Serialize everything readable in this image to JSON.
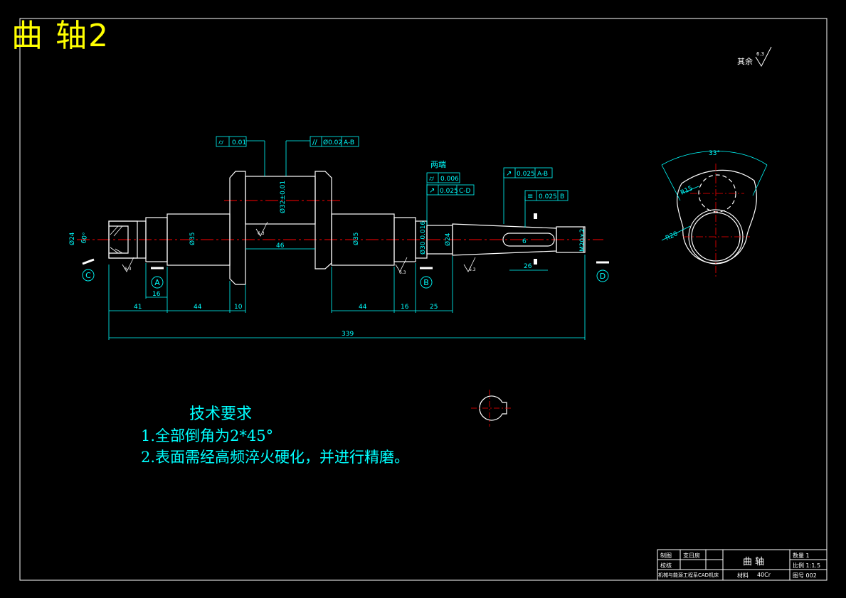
{
  "title": "曲 轴2",
  "colors": {
    "background": "#000000",
    "lines": "#ffffff",
    "dimensions": "#00ffff",
    "centerlines": "#ff0000",
    "title": "#ffff00"
  },
  "roughness_other": {
    "label": "其余",
    "value": "6.3"
  },
  "tolerances": {
    "t1": {
      "symbol": "cylindricity",
      "value": "0.01"
    },
    "t2": {
      "symbol": "parallelism",
      "value": "Ø0.02",
      "datum": "A-B"
    },
    "t3": {
      "symbol": "cylindricity",
      "value": "0.006"
    },
    "t4": {
      "symbol": "runout",
      "value": "0.025",
      "datum": "C-D"
    },
    "t5": {
      "symbol": "runout",
      "value": "0.025",
      "datum": "A-B"
    },
    "t6": {
      "symbol": "symmetry",
      "value": "0.025",
      "datum": "B"
    },
    "both_ends_note": "两端"
  },
  "dimensions": {
    "d_left_dia": "Ø24",
    "d_angle": "60°",
    "d_journal_a": "Ø35",
    "d_crankpin": "Ø32±0.01",
    "d_journal_b": "Ø35",
    "d_bearing": "Ø30 0.016",
    "d_taper": "Ø24",
    "d_thread": "M20×2",
    "d_key_depth": "6",
    "d_key_len": "26",
    "d_pin_width": "46",
    "h_41": "41",
    "h_16a": "16",
    "h_44a": "44",
    "h_10": "10",
    "h_44b": "44",
    "h_16b": "16",
    "h_25": "25",
    "h_339": "339",
    "web_angle": "33°",
    "web_r15": "R15",
    "web_r20": "R20"
  },
  "roughness": [
    "6.3",
    "6.3",
    "6.3",
    "6.3"
  ],
  "datums": {
    "a": "A",
    "b": "B",
    "c": "C",
    "d": "D"
  },
  "tech_requirements": {
    "heading": "技术要求",
    "items": [
      "1.全部倒角为2*45°",
      "2.表面需经高频淬火硬化，并进行精磨。"
    ]
  },
  "title_block": {
    "draw_label": "制图",
    "check_label": "校核",
    "drafter": "支日房",
    "part_name": "曲 轴",
    "quantity": "数量 1",
    "scale": "比例 1:1.5",
    "material_label": "材料",
    "material": "40Cr",
    "drawing_no": "图号 002",
    "school": "机械与能源工程系CAD机床"
  }
}
